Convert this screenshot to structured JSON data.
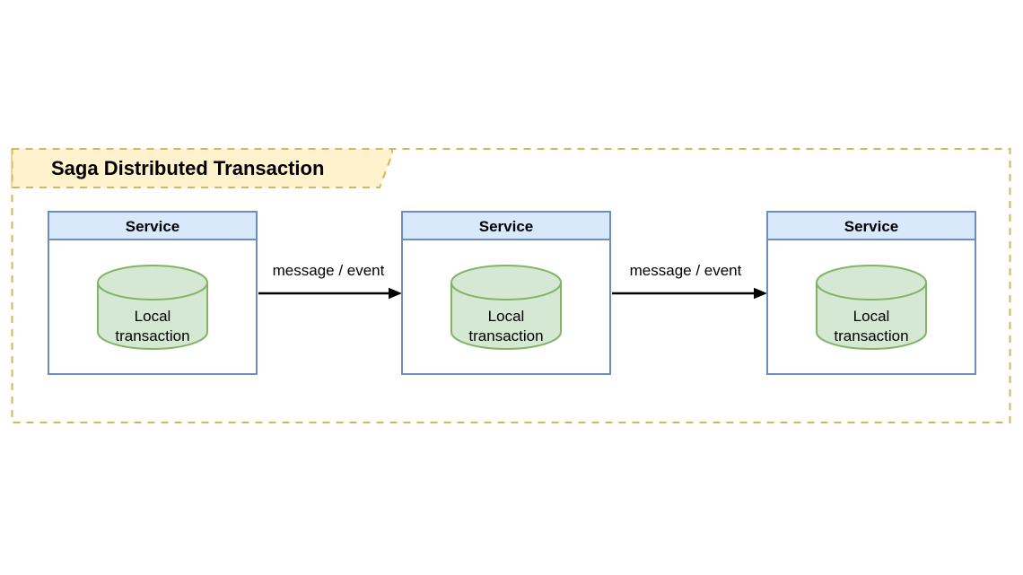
{
  "diagram": {
    "title": "Saga Distributed Transaction",
    "services": [
      {
        "header": "Service",
        "db_label_lines": [
          "Local",
          "transaction"
        ]
      },
      {
        "header": "Service",
        "db_label_lines": [
          "Local",
          "transaction"
        ]
      },
      {
        "header": "Service",
        "db_label_lines": [
          "Local",
          "transaction"
        ]
      }
    ],
    "arrows": [
      {
        "label": "message / event"
      },
      {
        "label": "message / event"
      }
    ],
    "colors": {
      "background": "#ffffff",
      "container-stroke": "#d6b656",
      "label-fill": "#fff2cc",
      "service-stroke": "#6c8ebf",
      "service-header-fill": "#dae8fc",
      "service-body-fill": "#ffffff",
      "db-fill": "#d5e8d4",
      "db-stroke": "#82b366",
      "arrow-color": "#000000",
      "text-color": "#000000"
    }
  }
}
